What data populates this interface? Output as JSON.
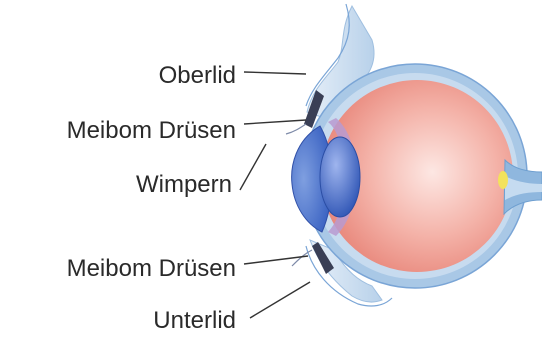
{
  "labels": {
    "oberlid": "Oberlid",
    "meibom_top": "Meibom Drüsen",
    "wimpern": "Wimpern",
    "meibom_bottom": "Meibom Drüsen",
    "unterlid": "Unterlid"
  },
  "colors": {
    "globe": "#ee9f95",
    "sclera": "#a9c8e6",
    "cornea": "#4a72c8",
    "lens": "#3f66c4",
    "eyelid": "#d3e3f1",
    "gland": "#3a3f55",
    "optic_nerve": "#8fb7de"
  }
}
